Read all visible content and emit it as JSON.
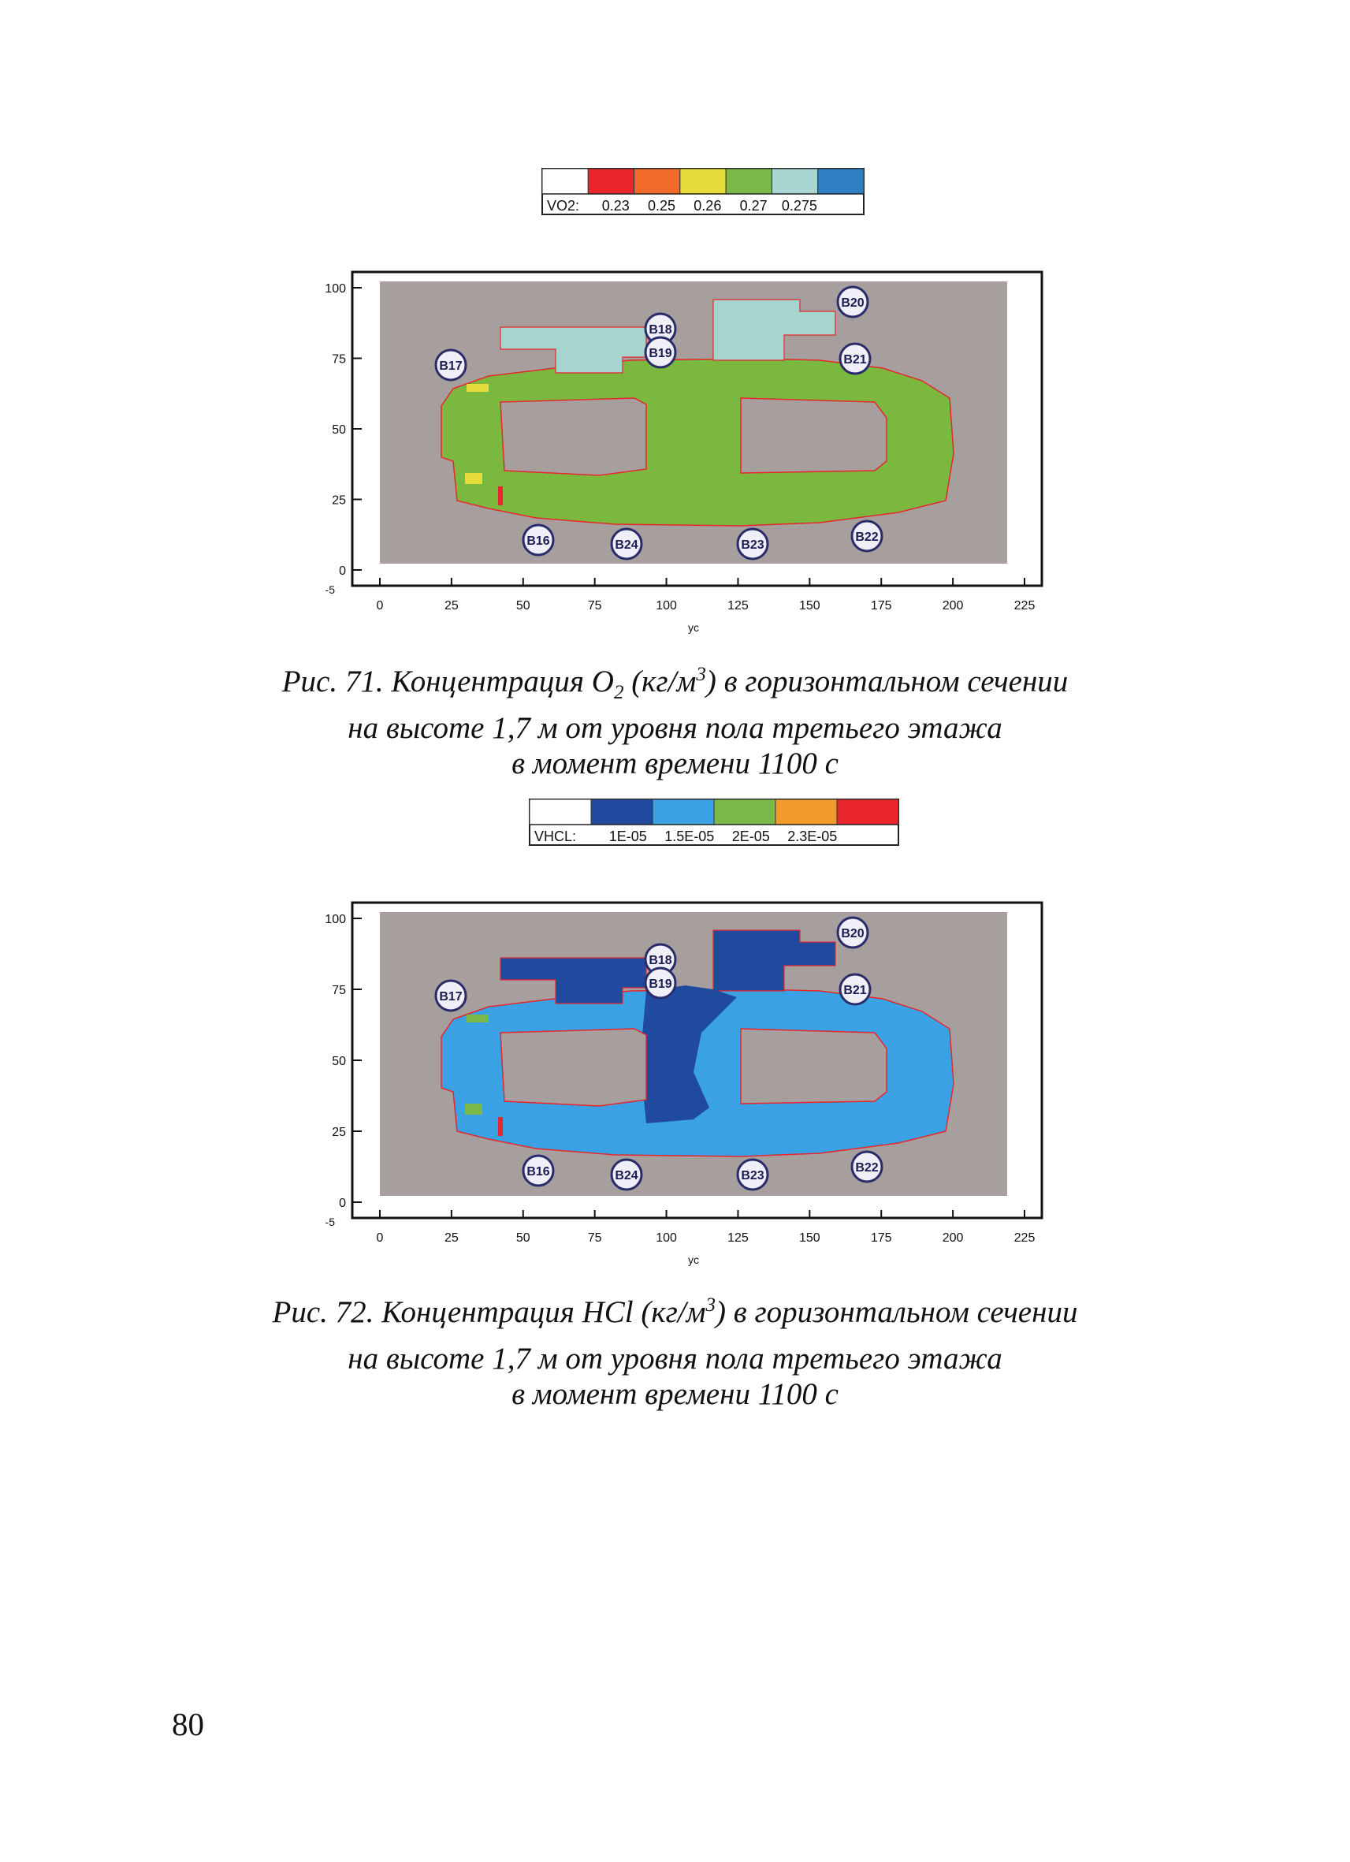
{
  "figures": [
    {
      "id": "fig71",
      "legend": {
        "variable": "VO2:",
        "labels": [
          "0.23",
          "0.25",
          "0.26",
          "0.27",
          "0.275"
        ],
        "colors": [
          "#ffffff",
          "#e8262b",
          "#f06a2a",
          "#e6dc3c",
          "#7ab848",
          "#a7d6d2",
          "#2f7fc4"
        ]
      },
      "plot": {
        "background": "#a79f9d",
        "main_color": "#7ab840",
        "top_color": "#a6d4ce",
        "accent_color": "#e6dc3c",
        "edge_color": "#e8262b",
        "xaxis_label": "yc",
        "xticks": [
          "0",
          "25",
          "50",
          "75",
          "100",
          "125",
          "150",
          "175",
          "200",
          "225"
        ],
        "yticks": [
          "100",
          "75",
          "50",
          "25",
          "0"
        ],
        "corner_labels": [
          "-5",
          "0"
        ],
        "sensors": [
          "B17",
          "B18",
          "B19",
          "B20",
          "B21",
          "B16",
          "B24",
          "B23",
          "B22"
        ]
      },
      "caption": {
        "line1_before": "Рис. 71. Концентрация O",
        "line1_sub": "2",
        "line1_mid": " (кг/м",
        "line1_sup": "3",
        "line1_after": ") в горизонтальном сечении",
        "line2": "на высоте 1,7 м от уровня пола третьего этажа",
        "line3": "в момент времени 1100 с"
      }
    },
    {
      "id": "fig72",
      "legend": {
        "variable": "VHCL:",
        "labels": [
          "1E-05",
          "1.5E-05",
          "2E-05",
          "2.3E-05"
        ],
        "colors": [
          "#ffffff",
          "#1f4a9e",
          "#3aa2e4",
          "#7ab848",
          "#f39a2c",
          "#e8262b"
        ]
      },
      "plot": {
        "background": "#a79f9d",
        "main_color": "#3aa2e4",
        "top_color": "#1f4a9e",
        "accent_color": "#7ab848",
        "edge_color": "#e8262b",
        "xaxis_label": "yc",
        "xticks": [
          "0",
          "25",
          "50",
          "75",
          "100",
          "125",
          "150",
          "175",
          "200",
          "225"
        ],
        "yticks": [
          "100",
          "75",
          "50",
          "25",
          "0"
        ],
        "corner_labels": [
          "-5",
          "0"
        ],
        "sensors": [
          "B17",
          "B18",
          "B19",
          "B20",
          "B21",
          "B16",
          "B24",
          "B23",
          "B22"
        ]
      },
      "caption": {
        "line1_before": "Рис. 72. Концентрация HCl",
        "line1_sub": "",
        "line1_mid": " (кг/м",
        "line1_sup": "3",
        "line1_after": ") в горизонтальном сечении",
        "line2": "на высоте 1,7 м от уровня пола третьего этажа",
        "line3": "в момент времени 1100 с"
      }
    }
  ],
  "page_number": "80"
}
